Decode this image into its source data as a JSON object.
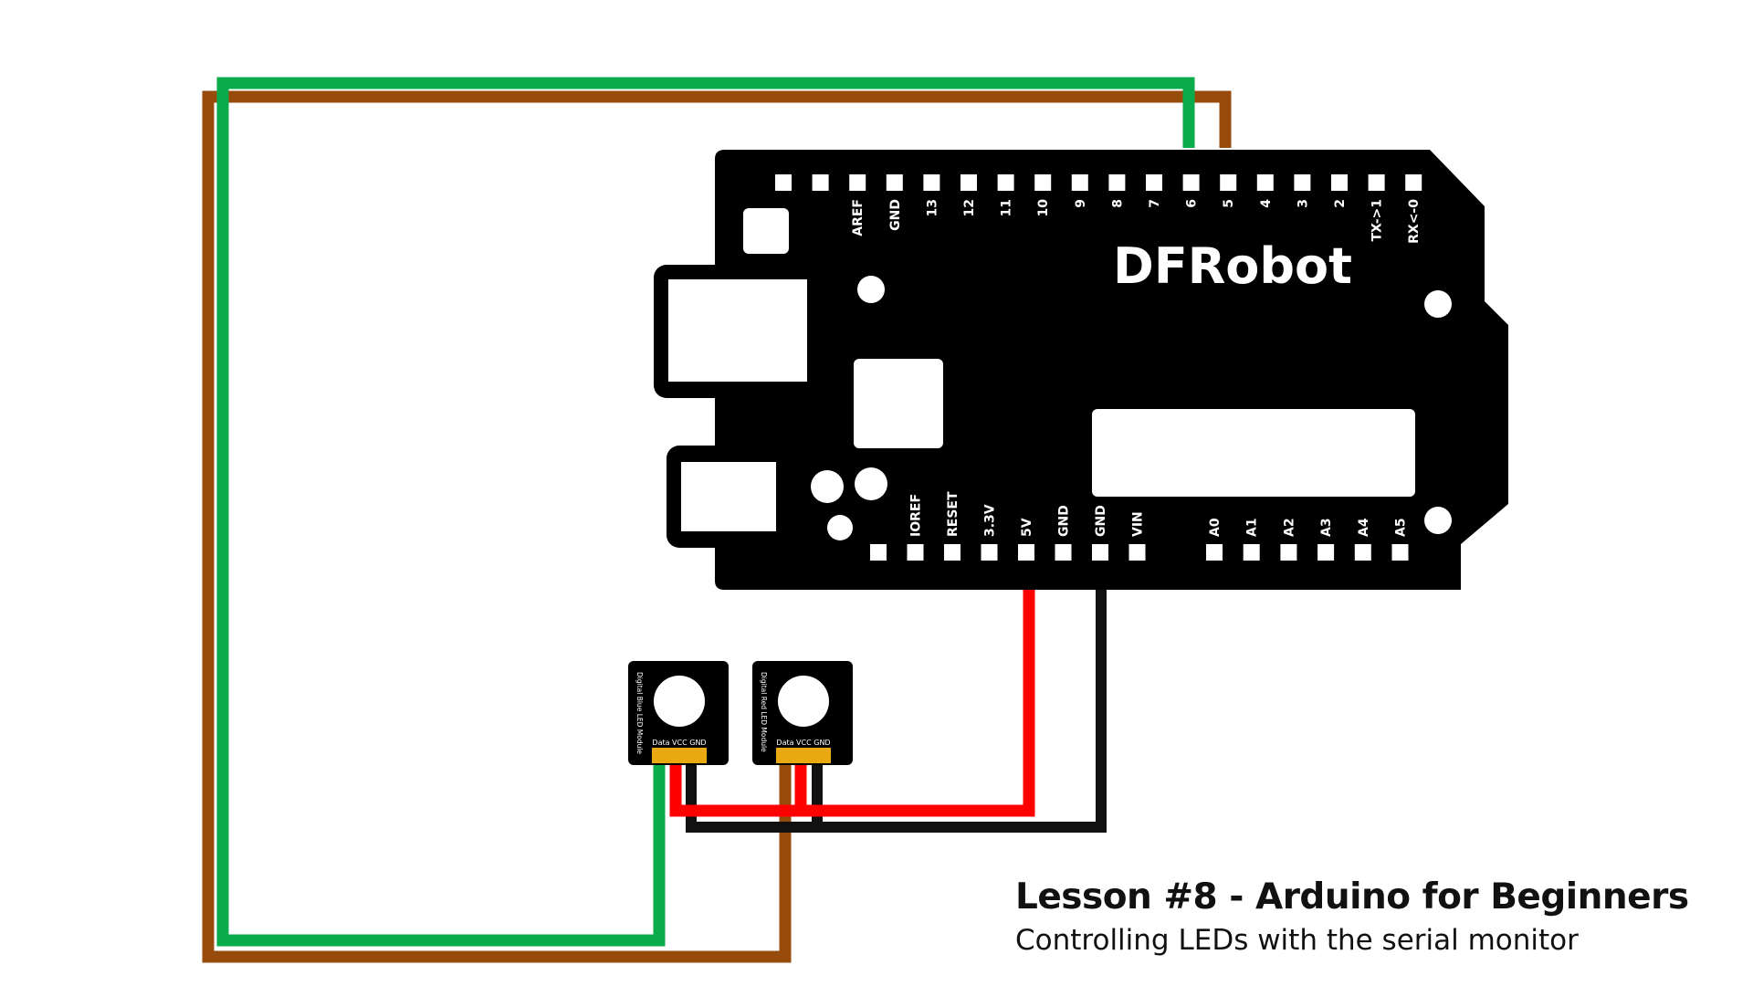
{
  "board": {
    "brand": "DFRobot",
    "top_pins": [
      "AREF",
      "GND",
      "13",
      "12",
      "11",
      "10",
      "9",
      "8",
      "7",
      "6",
      "5",
      "4",
      "3",
      "2",
      "TX->1",
      "RX<-0"
    ],
    "bottom_power_pins": [
      "IOREF",
      "RESET",
      "3.3V",
      "5V",
      "GND",
      "GND",
      "VIN"
    ],
    "bottom_analog_pins": [
      "A0",
      "A1",
      "A2",
      "A3",
      "A4",
      "A5"
    ]
  },
  "modules": [
    {
      "side_label": "Digital Blue LED Module",
      "pin_label": "Data VCC GND"
    },
    {
      "side_label": "Digital Red LED Module",
      "pin_label": "Data VCC GND"
    }
  ],
  "wires": {
    "green": "#0aab4a",
    "brown": "#984c0c",
    "red": "#ff0000",
    "black": "#111111"
  },
  "caption": {
    "title": "Lesson #8 - Arduino for Beginners",
    "subtitle": "Controlling LEDs with the serial monitor"
  }
}
